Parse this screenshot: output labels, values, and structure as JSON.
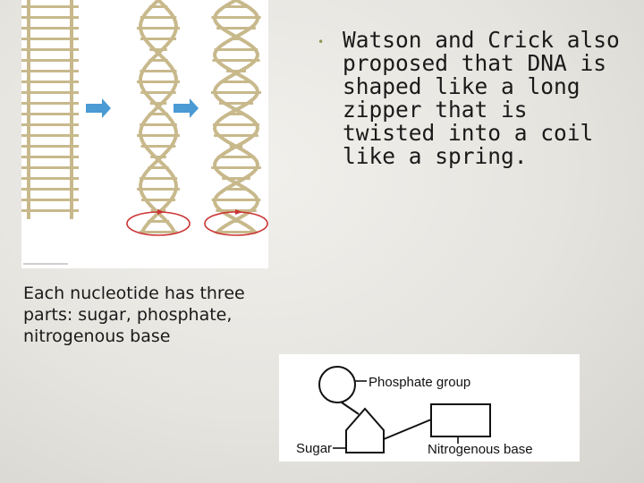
{
  "slide": {
    "bullet_text": "Watson and Crick also proposed that DNA is shaped like a long zipper that is twisted into a coil like a spring.",
    "caption": "Each nucleotide has three parts: sugar, phosphate, nitrogenous base",
    "accent_color": "#8b9a52"
  },
  "dna_figure": {
    "arrow_color": "#4a9ad4",
    "rail_color": "#c8b98c",
    "rotation_arrow_color": "#cc3333"
  },
  "nucleotide_diagram": {
    "phosphate_label": "Phosphate group",
    "sugar_label": "Sugar",
    "base_label": "Nitrogenous base"
  }
}
